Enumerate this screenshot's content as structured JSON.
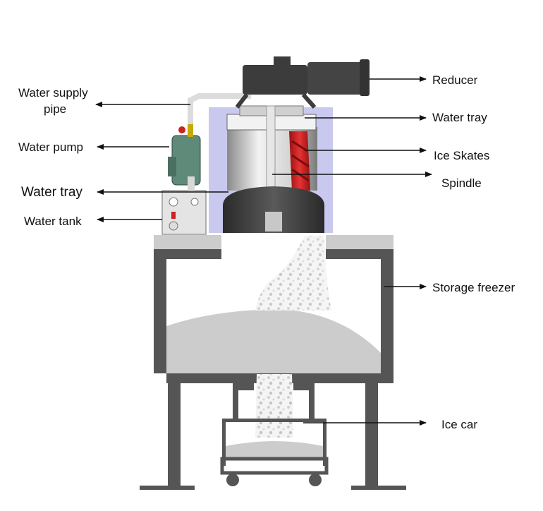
{
  "labels": {
    "water_supply_pipe": [
      "Water supply",
      "pipe"
    ],
    "water_pump": "Water pump",
    "water_tray_left": "Water tray",
    "water_tank": "Water tank",
    "reducer": "Reducer",
    "water_tray_right": "Water tray",
    "ice_skates": "Ice Skates",
    "spindle": "Spindle",
    "storage_freezer": "Storage freezer",
    "ice_car": "Ice car"
  },
  "colors": {
    "frame": "#555555",
    "frame_light": "#cccccc",
    "drum_cover": "#c9c9ef",
    "motor": "#3c3c3c",
    "skate_red": "#cc2222",
    "ice": "#c8c8c8",
    "pump_green": "#5f8a7a",
    "valve_yellow": "#c8a800"
  }
}
